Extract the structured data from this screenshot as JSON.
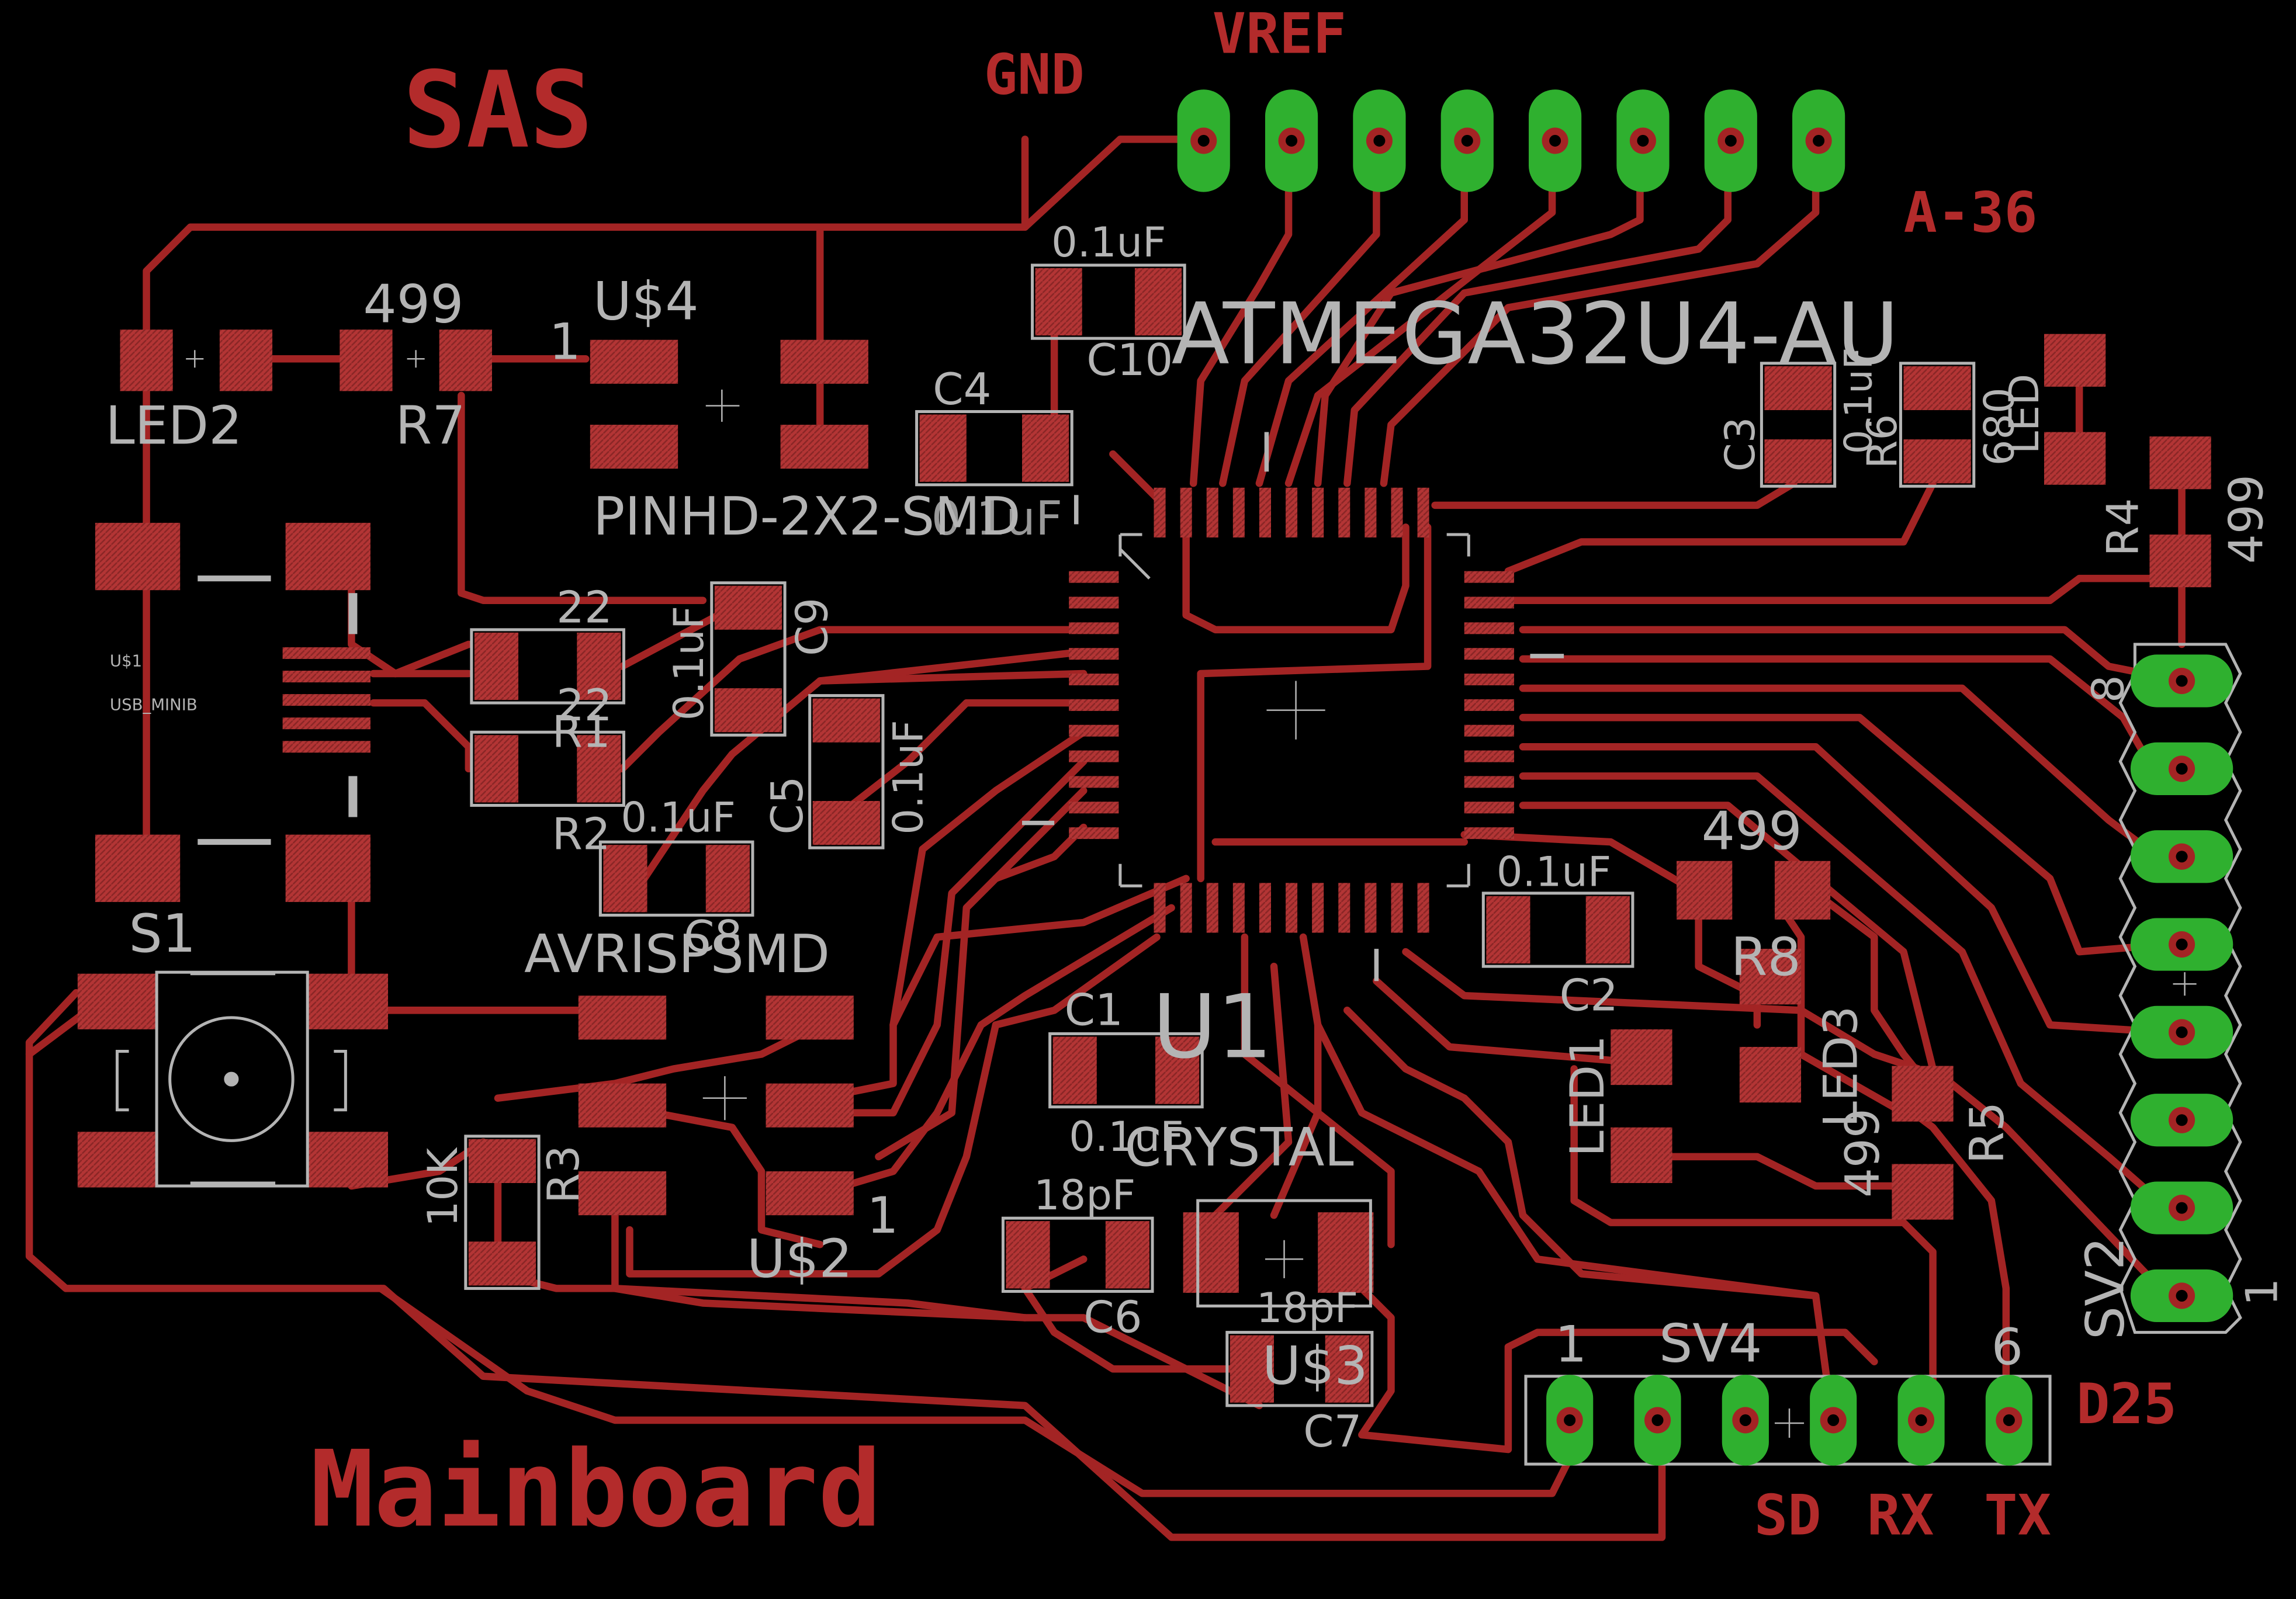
{
  "colors": {
    "background": "#000000",
    "trace": "#a32424",
    "pad": "#b33535",
    "silkscreen": "#b4b4b4",
    "plated_pad": "#2fb02f",
    "copper_text": "#b32b2b"
  },
  "copper_labels": {
    "title": "SAS",
    "subtitle": "Mainboard",
    "gnd": "GND",
    "vref": "VREF",
    "a36": "A-36",
    "d25": "D25",
    "sd": "SD",
    "rx": "RX",
    "tx": "TX"
  },
  "silk_labels": {
    "led2": "LED2",
    "r7": "R7",
    "r7_value": "499",
    "us4": "U$4",
    "us4_pin": "1",
    "pinhd": "PINHD-2X2-SMD",
    "c10_value": "0.1uF",
    "c10": "C10",
    "c4": "C4",
    "c4_value": "0.1uF",
    "mcu": "ATMEGA32U4-AU",
    "c3": "C3",
    "c3_value": "0.1uF",
    "r6": "R6",
    "r6_value": "680",
    "led": "LED",
    "r4": "R4",
    "r4_value": "499",
    "u1_ref": "U$1",
    "usb": "USB_MINIB",
    "r1_value": "22",
    "r1": "R1",
    "r2_value": "22",
    "r2": "R2",
    "c9_value": "0.1uF",
    "c9": "C9",
    "c5": "C5",
    "c5_value": "0.1uF",
    "c8_value": "0.1uF",
    "c8": "C8",
    "s1": "S1",
    "avrisp": "AVRISPSMD",
    "r3_value": "10K",
    "r3": "R3",
    "us2": "U$2",
    "us2_pin": "1",
    "c1": "C1",
    "c1_value": "0.1uF",
    "u1": "U1",
    "crystal": "CRYSTAL",
    "c6_value": "18pF",
    "c6": "C6",
    "c7_value": "18pF",
    "us3": "U$3",
    "c7": "C7",
    "c2_value": "0.1uF",
    "c2": "C2",
    "r8_value": "499",
    "r8": "R8",
    "led1": "LED1",
    "led3": "LED3",
    "r5_value": "499",
    "r5": "R5",
    "sv2": "SV2",
    "sv2_pin8": "8",
    "sv2_pin1": "1",
    "sv4": "SV4",
    "sv4_pin1": "1",
    "sv4_pin6": "6"
  }
}
